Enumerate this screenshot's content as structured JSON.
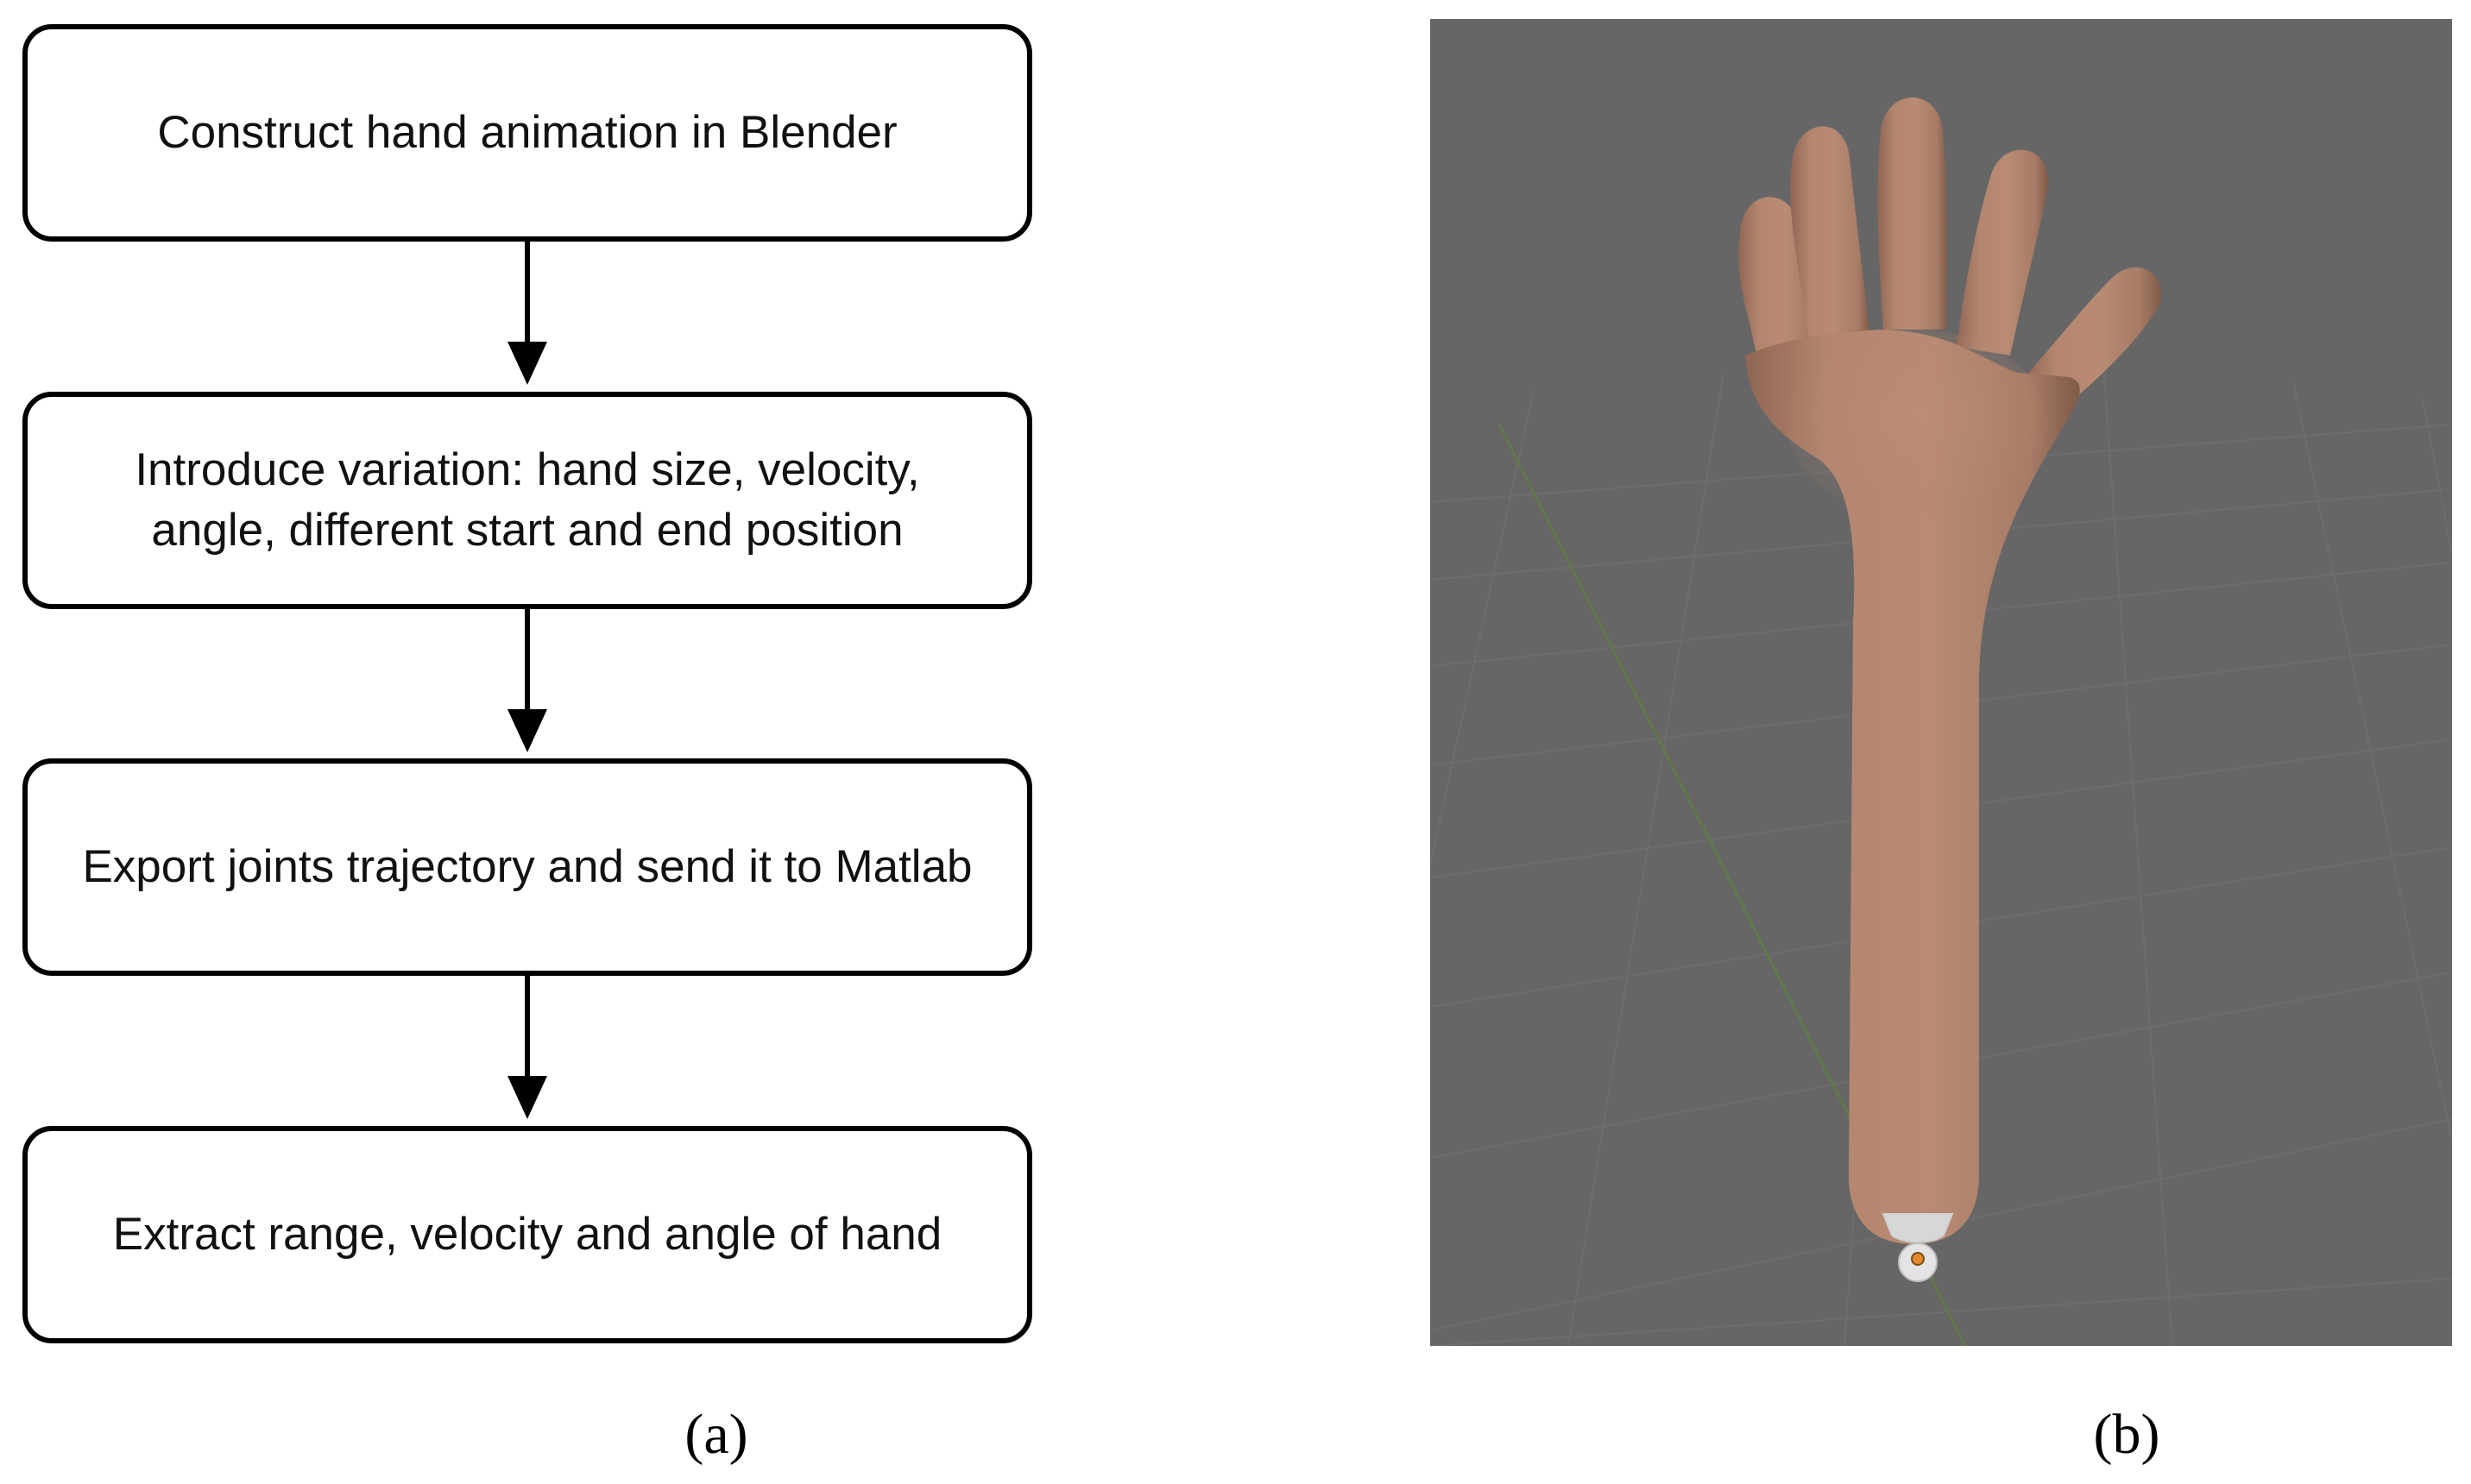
{
  "flowchart": {
    "steps": [
      "Construct hand animation in Blender",
      "Introduce variation: hand size, velocity,\nangle, different start and end position",
      "Export joints trajectory and send it to Matlab",
      "Extract range, velocity and angle of hand"
    ]
  },
  "labels": {
    "a": "(a)",
    "b": "(b)"
  },
  "colors": {
    "viewport_background": "#666666",
    "grid_line": "#6e6e6e",
    "axis_line": "#5f7a4a",
    "hand_skin": "#b48670",
    "hand_shadow": "#7e5a48"
  }
}
